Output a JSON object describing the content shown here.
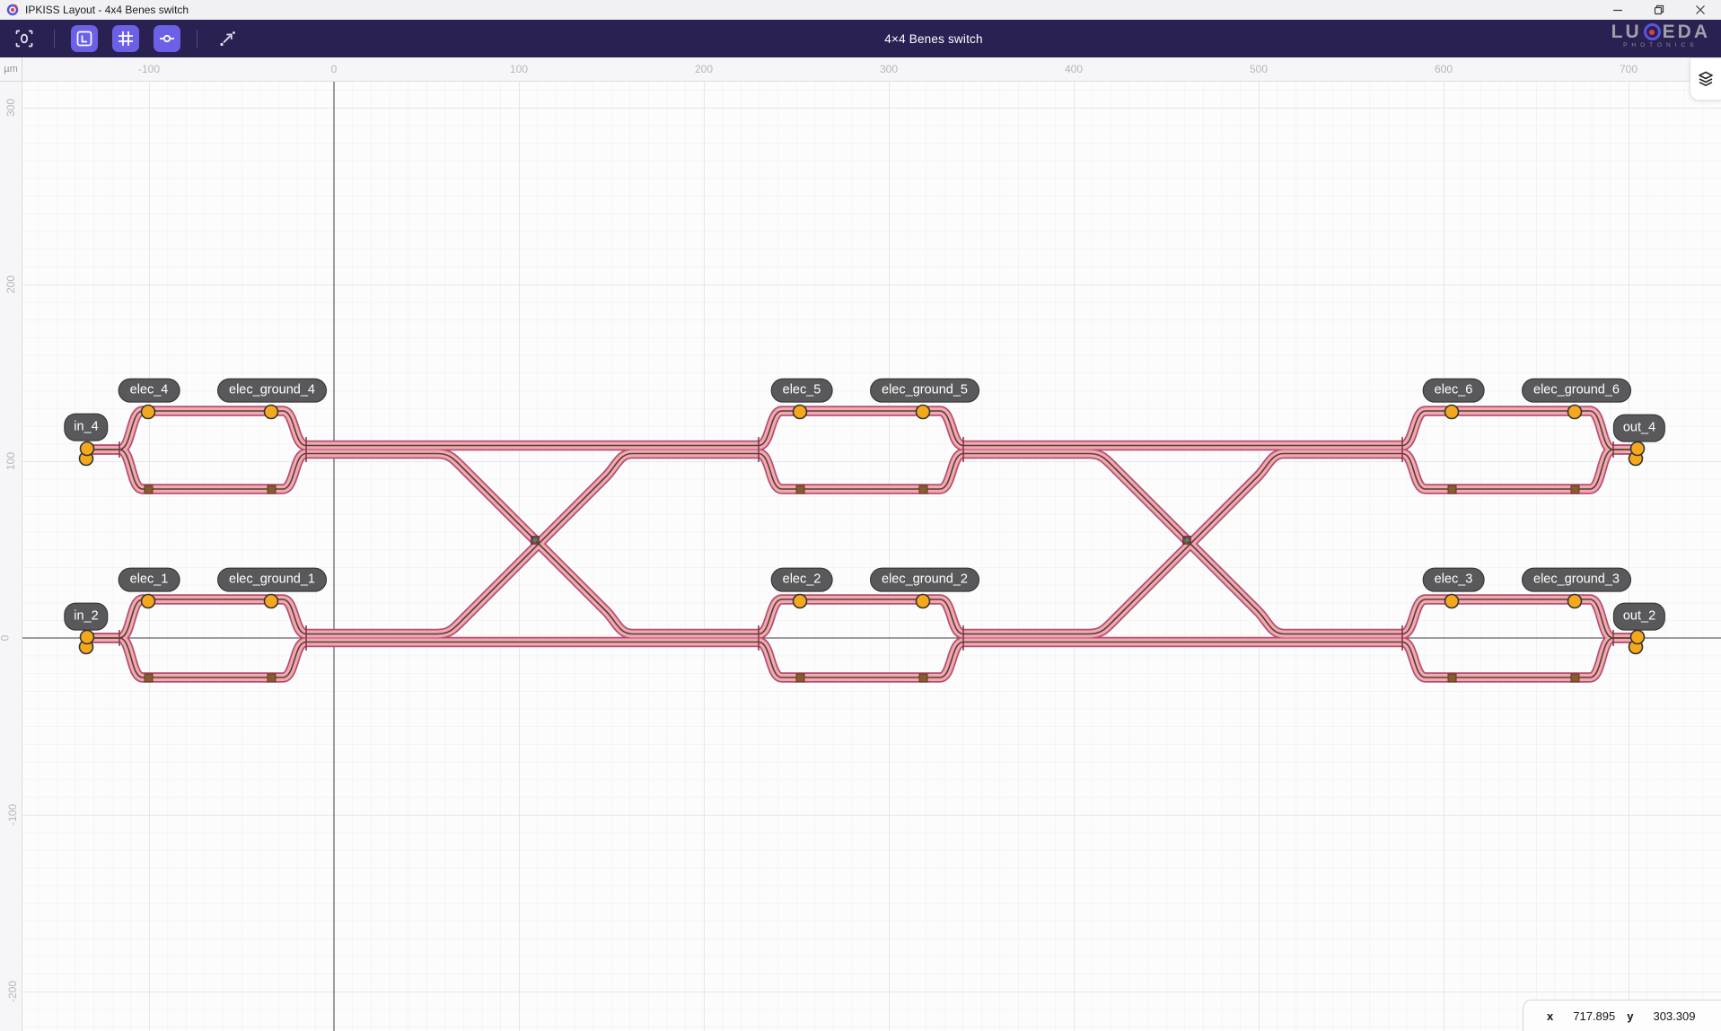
{
  "window": {
    "title": "IPKISS Layout - 4x4 Benes switch"
  },
  "toolbar": {
    "title": "4×4 Benes switch",
    "logo": {
      "pre": "LU",
      "post": "EDA",
      "sub": "PHOTONICS"
    }
  },
  "rulers": {
    "unit": "µm",
    "h": [
      "-100",
      "0",
      "100",
      "200",
      "300",
      "400",
      "500",
      "600",
      "700"
    ],
    "v": [
      "300",
      "200",
      "100",
      "0",
      "-100",
      "-200"
    ]
  },
  "pills": {
    "in_4": "in_4",
    "in_2": "in_2",
    "out_4": "out_4",
    "out_2": "out_2",
    "elec_1": "elec_1",
    "elec_ground_1": "elec_ground_1",
    "elec_2": "elec_2",
    "elec_ground_2": "elec_ground_2",
    "elec_3": "elec_3",
    "elec_ground_3": "elec_ground_3",
    "elec_4": "elec_4",
    "elec_ground_4": "elec_ground_4",
    "elec_5": "elec_5",
    "elec_ground_5": "elec_ground_5",
    "elec_6": "elec_6",
    "elec_ground_6": "elec_ground_6"
  },
  "statusbar": {
    "x_label": "x",
    "x_value": "717.895",
    "y_label": "y",
    "y_value": "303.309"
  },
  "colors": {
    "toolbar_bg": "#2a2153",
    "active_tool": "#6c61e6",
    "waveguide_edge": "#b3506a",
    "waveguide_fill": "#f3a6b8",
    "heater_trace": "#4e461f",
    "port_orange": "#f5a81c",
    "label_pill": "#59595b",
    "axis": "#3c3c3c"
  }
}
